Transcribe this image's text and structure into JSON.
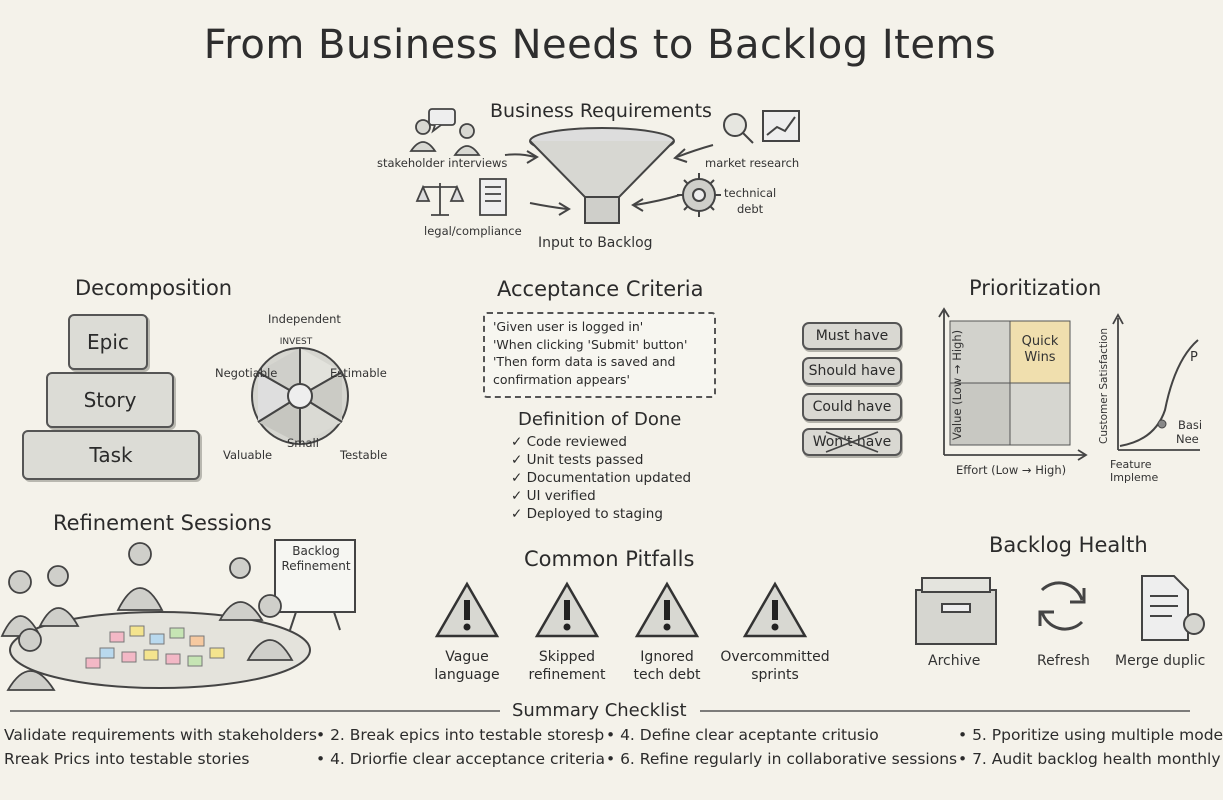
{
  "title": "From Business Needs to Backlog Items",
  "funnel": {
    "heading": "Business Requirements",
    "sources": {
      "stakeholder": "stakeholder interviews",
      "market": "market research",
      "legal": "legal/compliance",
      "technical_line1": "technical",
      "technical_line2": "debt"
    },
    "output": "Input to Backlog"
  },
  "decomposition": {
    "heading": "Decomposition",
    "levels": [
      "Epic",
      "Story",
      "Task"
    ],
    "invest": {
      "center": "INVEST",
      "independent": "Independent",
      "negotiable": "Negotiable",
      "estimable": "Estimable",
      "valuable": "Valuable",
      "small": "Small",
      "testable": "Testable"
    }
  },
  "acceptance": {
    "heading": "Acceptance Criteria",
    "lines": [
      "'Given user is logged in'",
      "'When clicking 'Submit' button'",
      "'Then form data is saved and",
      "confirmation appears'"
    ]
  },
  "dod": {
    "heading": "Definition of Done",
    "items": [
      "✓ Code reviewed",
      "✓ Unit tests passed",
      "✓ Documentation updated",
      "✓ UI verified",
      "✓ Deployed to staging"
    ]
  },
  "prioritization": {
    "heading": "Prioritization",
    "moscow": [
      "Must have",
      "Should have",
      "Could have",
      "Won't have"
    ],
    "matrix": {
      "quick_wins": "Quick Wins",
      "y_label": "Value (Low → High)",
      "x_label": "Effort (Low → High)"
    },
    "kano": {
      "y_label": "Customer Satisfaction",
      "x_label": "Feature Impleme",
      "basic_line1": "Basi",
      "basic_line2": "Nee",
      "curve_label": "P"
    }
  },
  "refinement": {
    "heading": "Refinement Sessions",
    "board_line1": "Backlog",
    "board_line2": "Refinement"
  },
  "pitfalls": {
    "heading": "Common Pitfalls",
    "items": [
      {
        "line1": "Vague",
        "line2": "language"
      },
      {
        "line1": "Skipped",
        "line2": "refinement"
      },
      {
        "line1": "Ignored",
        "line2": "tech debt"
      },
      {
        "line1": "Overcommitted",
        "line2": "sprints"
      }
    ]
  },
  "health": {
    "heading": "Backlog Health",
    "items": [
      "Archive",
      "Refresh",
      "Merge duplic"
    ]
  },
  "checklist": {
    "heading": "Summary Checklist",
    "row1": [
      "Validate requirements with stakeholders",
      "• 2. Break epics into testable storesþ",
      "• 4. Define clear aceptante critusio",
      "• 5. Pporitize using multiple mode"
    ],
    "row2": [
      "Rreak Prics into testable stories",
      "• 4. Driorfie clear acceptance criteria",
      "• 6. Refine regularly in collaborative sessions",
      "• 7. Audit backlog health monthly"
    ]
  },
  "colors": {
    "background": "#f4f2ea",
    "ink": "#2b2b2b",
    "quick_wins": "#f0dfae",
    "sticky_notes": [
      "#f3b8c6",
      "#f4e48e",
      "#b9d9ee",
      "#c6e5b4",
      "#f6c9a0"
    ]
  }
}
